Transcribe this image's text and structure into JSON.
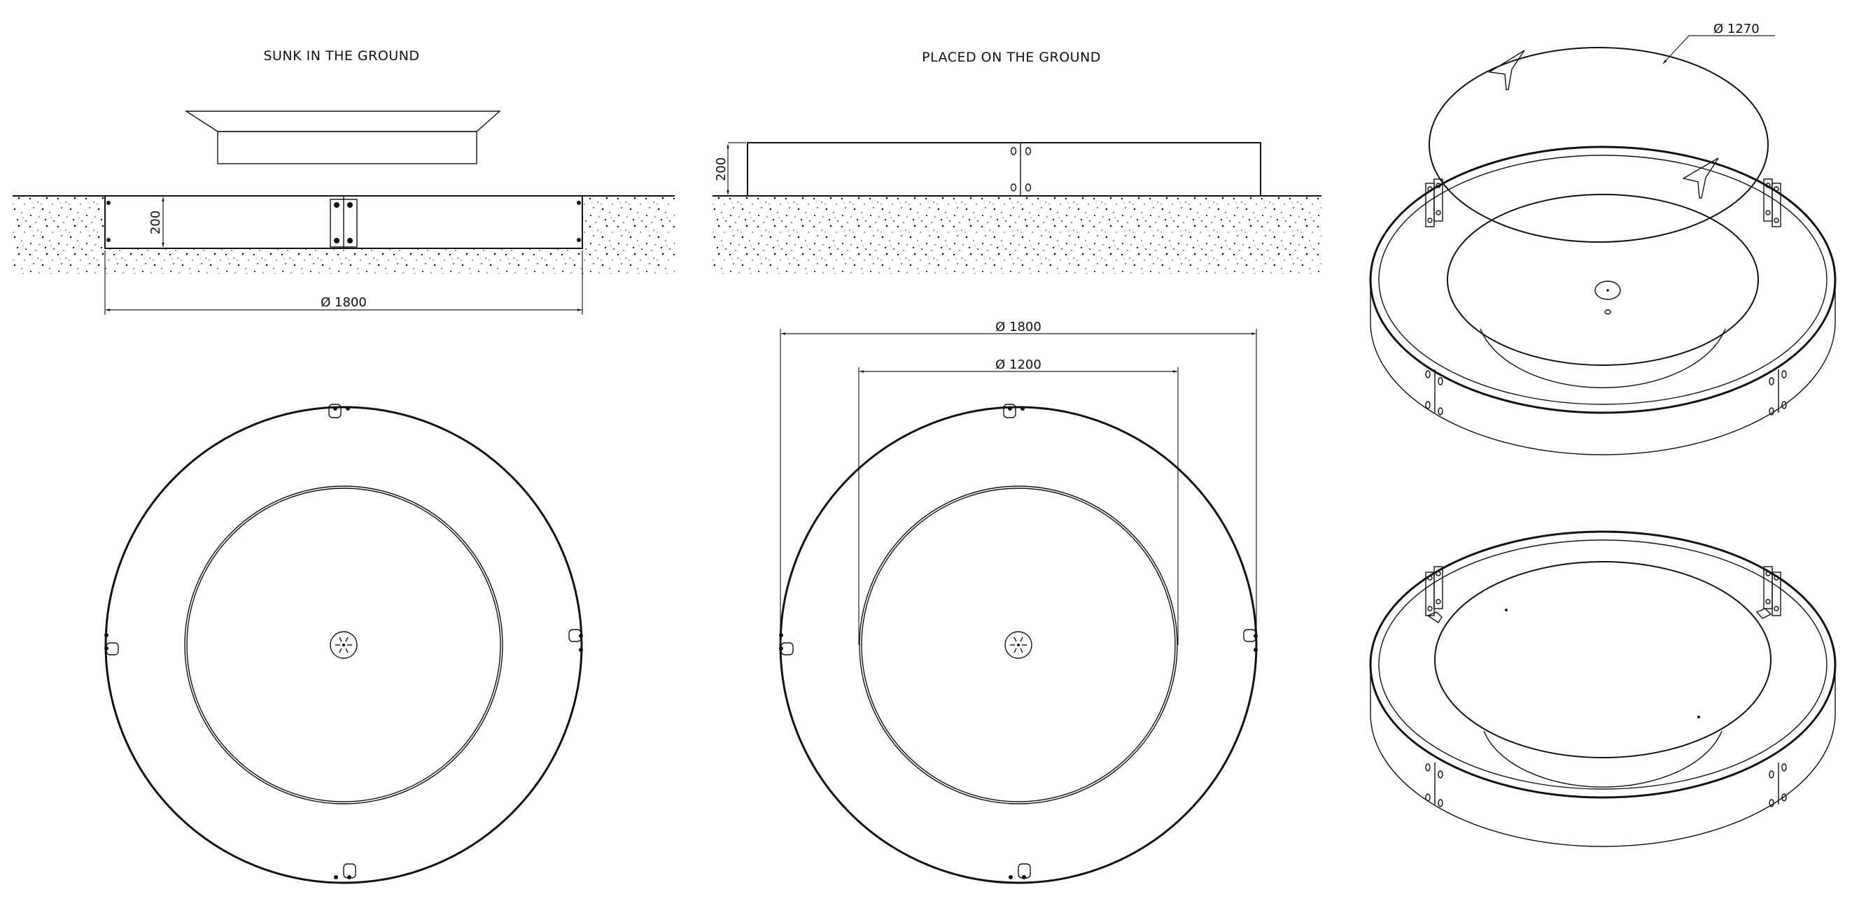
{
  "drawing": {
    "views": {
      "sunk": {
        "title": "SUNK IN THE GROUND",
        "height_dim": "200",
        "diameter_dim": "Ø 1800"
      },
      "placed": {
        "title": "PLACED ON THE GROUND",
        "height_dim": "200",
        "outer_diameter_dim": "Ø 1800",
        "inner_diameter_dim": "Ø 1200"
      },
      "isometric_lid": {
        "lid_diameter_dim": "Ø 1270"
      },
      "isometric_open": {}
    },
    "colors": {
      "line": "#111111",
      "background": "#ffffff",
      "soil_dots": "#000000"
    }
  }
}
